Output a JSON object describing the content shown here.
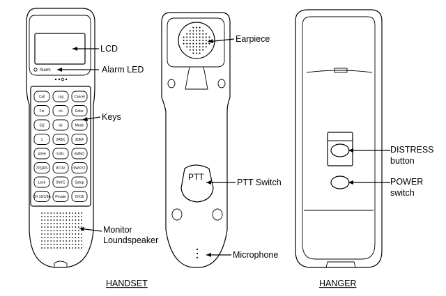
{
  "callouts": {
    "lcd": "LCD",
    "alarm_led": "Alarm LED",
    "keys": "Keys",
    "monitor_line1": "Monitor",
    "monitor_line2": "Loundspeaker",
    "earpiece": "Earpiece",
    "ptt_switch": "PTT Switch",
    "microphone": "Microphone",
    "distress_line1": "DISTRESS",
    "distress_line2": "button",
    "power_line1": "POWER",
    "power_line2": "switch"
  },
  "captions": {
    "handset": "HANDSET",
    "hanger": "HANGER"
  },
  "handset": {
    "alarm_text": "Alarm",
    "keypad_rows": [
      [
        "Call",
        "Log",
        "Cancel"
      ],
      [
        "Fix",
        "ch",
        "Enter"
      ],
      [
        "SQ",
        "lul",
        "Mode"
      ],
      [
        "1",
        "2ABC",
        "3DEF"
      ],
      [
        "4GHI",
        "5JKL",
        "6MNO"
      ],
      [
        "7PQRS",
        "8TUV",
        "9WXYZ"
      ],
      [
        "Lock",
        "0Int'C",
        "Setup"
      ],
      [
        "CH 16/1/9A",
        "Private",
        "CH16"
      ]
    ]
  },
  "ptt_label": "PTT"
}
